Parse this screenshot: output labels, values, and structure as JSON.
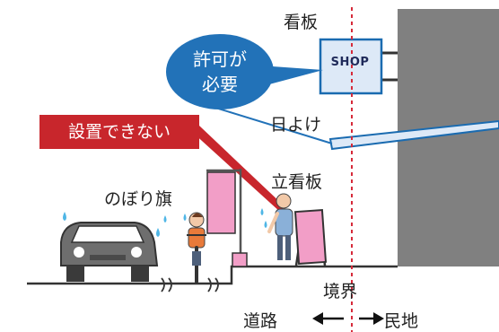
{
  "labels": {
    "sign": "看板",
    "permit_required": "許可が必要",
    "shop": "SHOP",
    "awning": "日よけ",
    "cannot_install": "設置できない",
    "standing_sign": "立看板",
    "banner_flag": "のぼり旗",
    "boundary": "境界",
    "road": "道路",
    "private_land": "民地"
  },
  "colors": {
    "building": "#808080",
    "bubble": "#2272b8",
    "red_tag": "#c8262c",
    "boundary_line": "#d62a3a",
    "pink": "#f29ec7",
    "sign_face": "#dde9f7"
  },
  "icons": [
    "car-icon",
    "cyclist-icon",
    "pedestrian-icon",
    "sweat-drop-icon",
    "arrow-left-icon",
    "arrow-right-icon"
  ]
}
